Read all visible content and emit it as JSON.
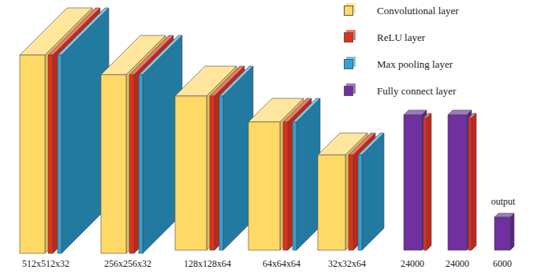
{
  "diagram": {
    "labels": [
      "512x512x32",
      "256x256x32",
      "128x128x64",
      "64x64x64",
      "32x32x64",
      "24000",
      "24000",
      "output",
      "6000"
    ],
    "legend": [
      {
        "text": "Convolutional layer",
        "color": "#FFD966"
      },
      {
        "text": "ReLU layer",
        "color": "#E0301E"
      },
      {
        "text": "Max pooling layer",
        "color": "#2FA3D6"
      },
      {
        "text": "Fully connect layer",
        "color": "#7030A0"
      }
    ]
  }
}
